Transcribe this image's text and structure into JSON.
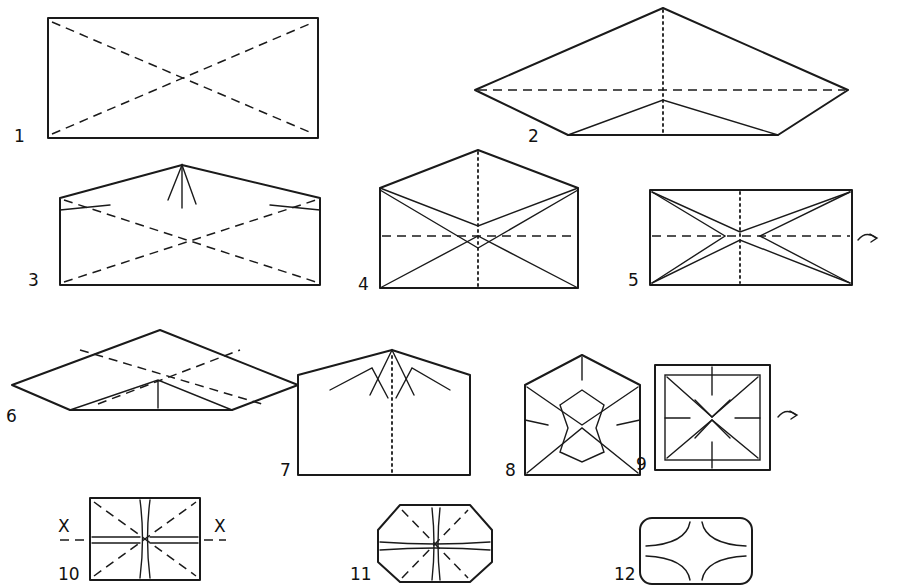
{
  "diagram": {
    "labels": [
      "1",
      "2",
      "3",
      "4",
      "5",
      "6",
      "7",
      "8",
      "9",
      "10",
      "11",
      "12",
      "X",
      "X"
    ]
  }
}
